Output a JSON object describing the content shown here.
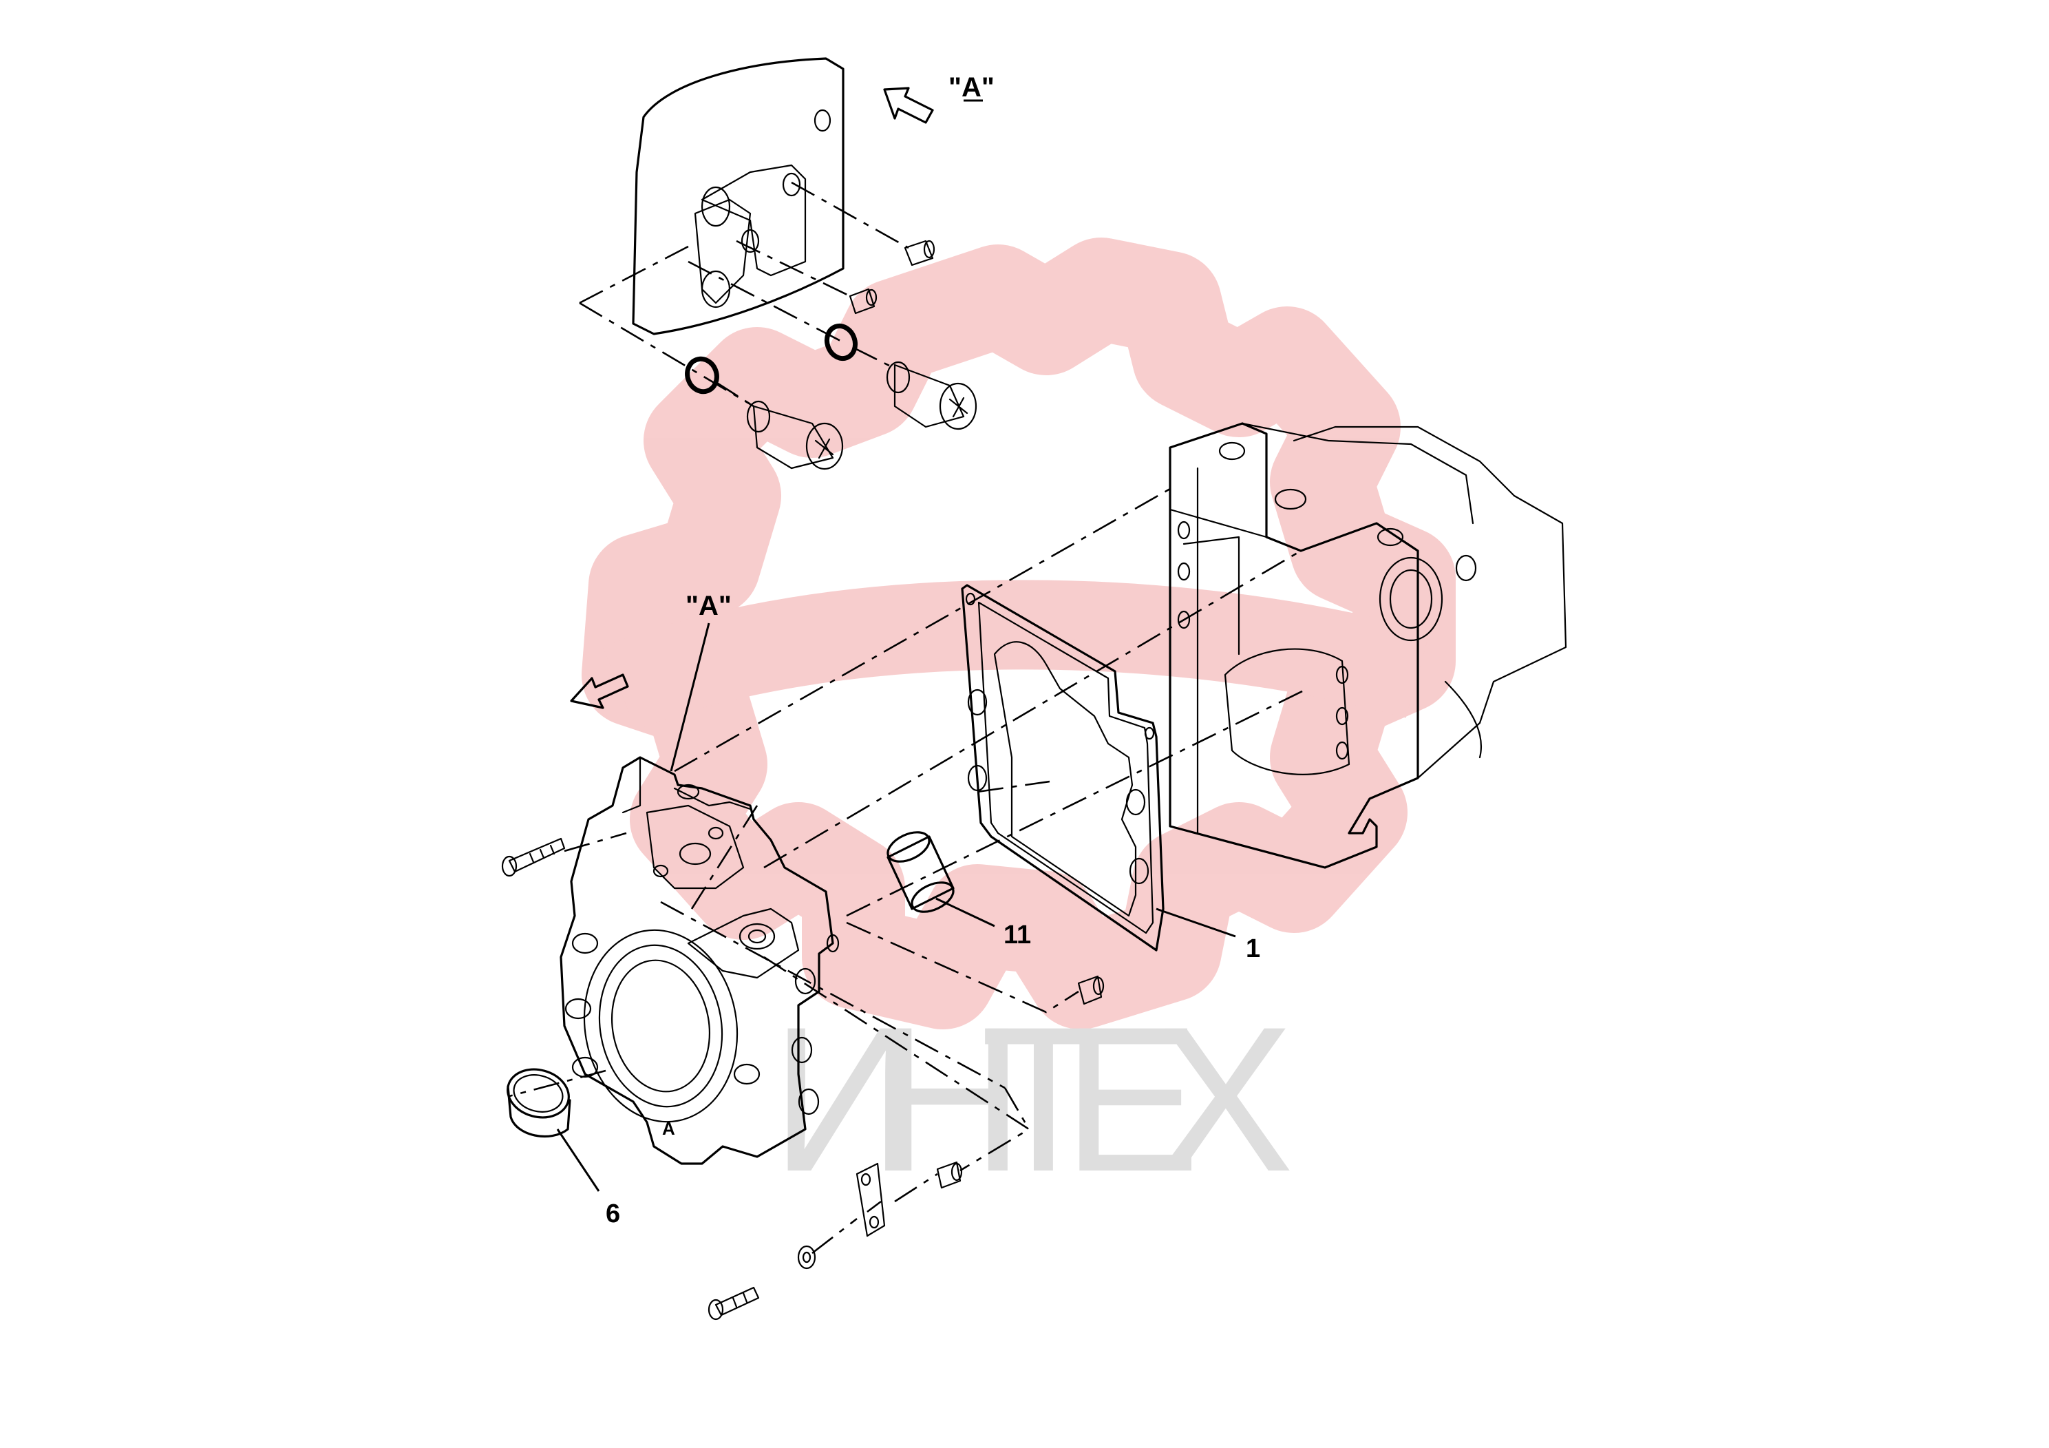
{
  "diagram": {
    "view_label_top": "\"A\"",
    "view_label_main": "\"A\"",
    "callouts": [
      {
        "id": "1",
        "text": "1"
      },
      {
        "id": "6",
        "text": "6"
      },
      {
        "id": "11",
        "text": "11"
      }
    ]
  },
  "watermark": {
    "text": "ИНТЕХ",
    "gear_color": "#f4b7b7",
    "text_color": "#d9d9d9"
  }
}
